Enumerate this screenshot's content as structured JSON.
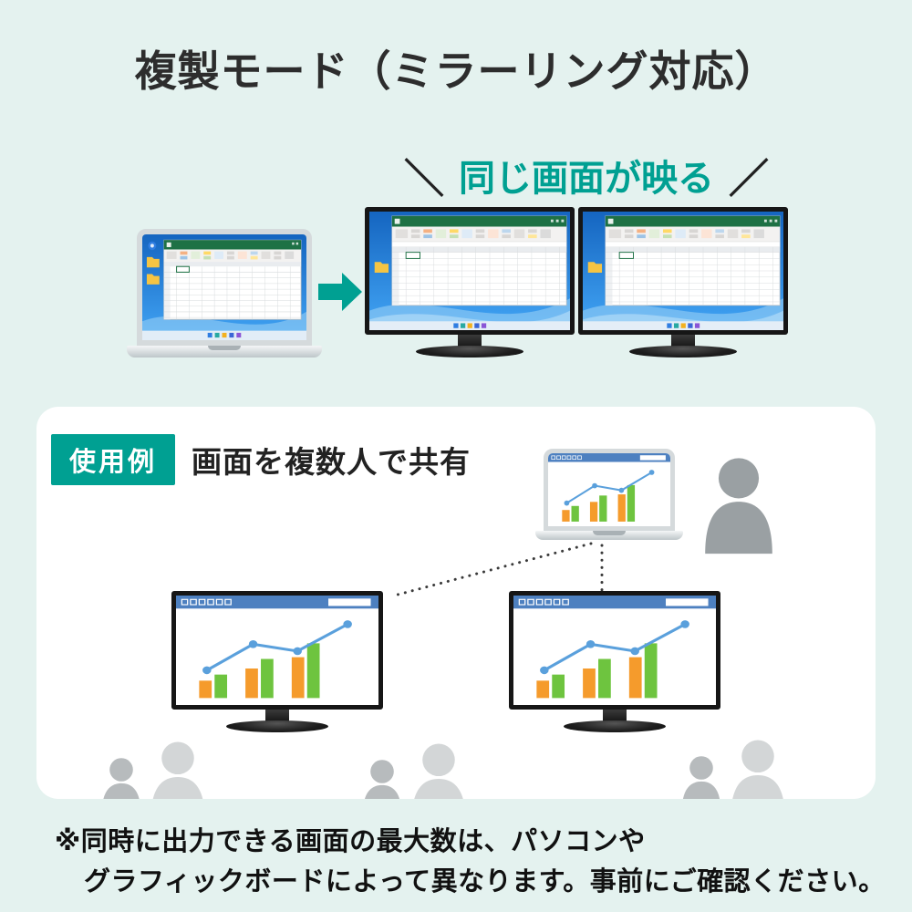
{
  "title": "複製モード（ミラーリング対応）",
  "tagline": {
    "left_slash": "＼",
    "text": "同じ画面が映る",
    "right_slash": "／"
  },
  "usage_example": {
    "badge": "使用例",
    "heading": "画面を複数人で共有"
  },
  "footnote": {
    "line1": "※同時に出力できる画面の最大数は、パソコンや",
    "line2": "グラフィックボードによって異なります。事前にご確認ください。"
  },
  "colors": {
    "accent": "#00a092",
    "background": "#e4f2ef",
    "title_text": "#2d2d2d",
    "heading_text": "#222222",
    "footnote_text": "#111111",
    "excel_green": "#1e7145",
    "wallpaper_blue": "#2f7de1",
    "bar_orange": "#f59b2c",
    "bar_green": "#6ec43f",
    "line_blue": "#5aa0dc",
    "people_gray": "#9aa0a3"
  }
}
